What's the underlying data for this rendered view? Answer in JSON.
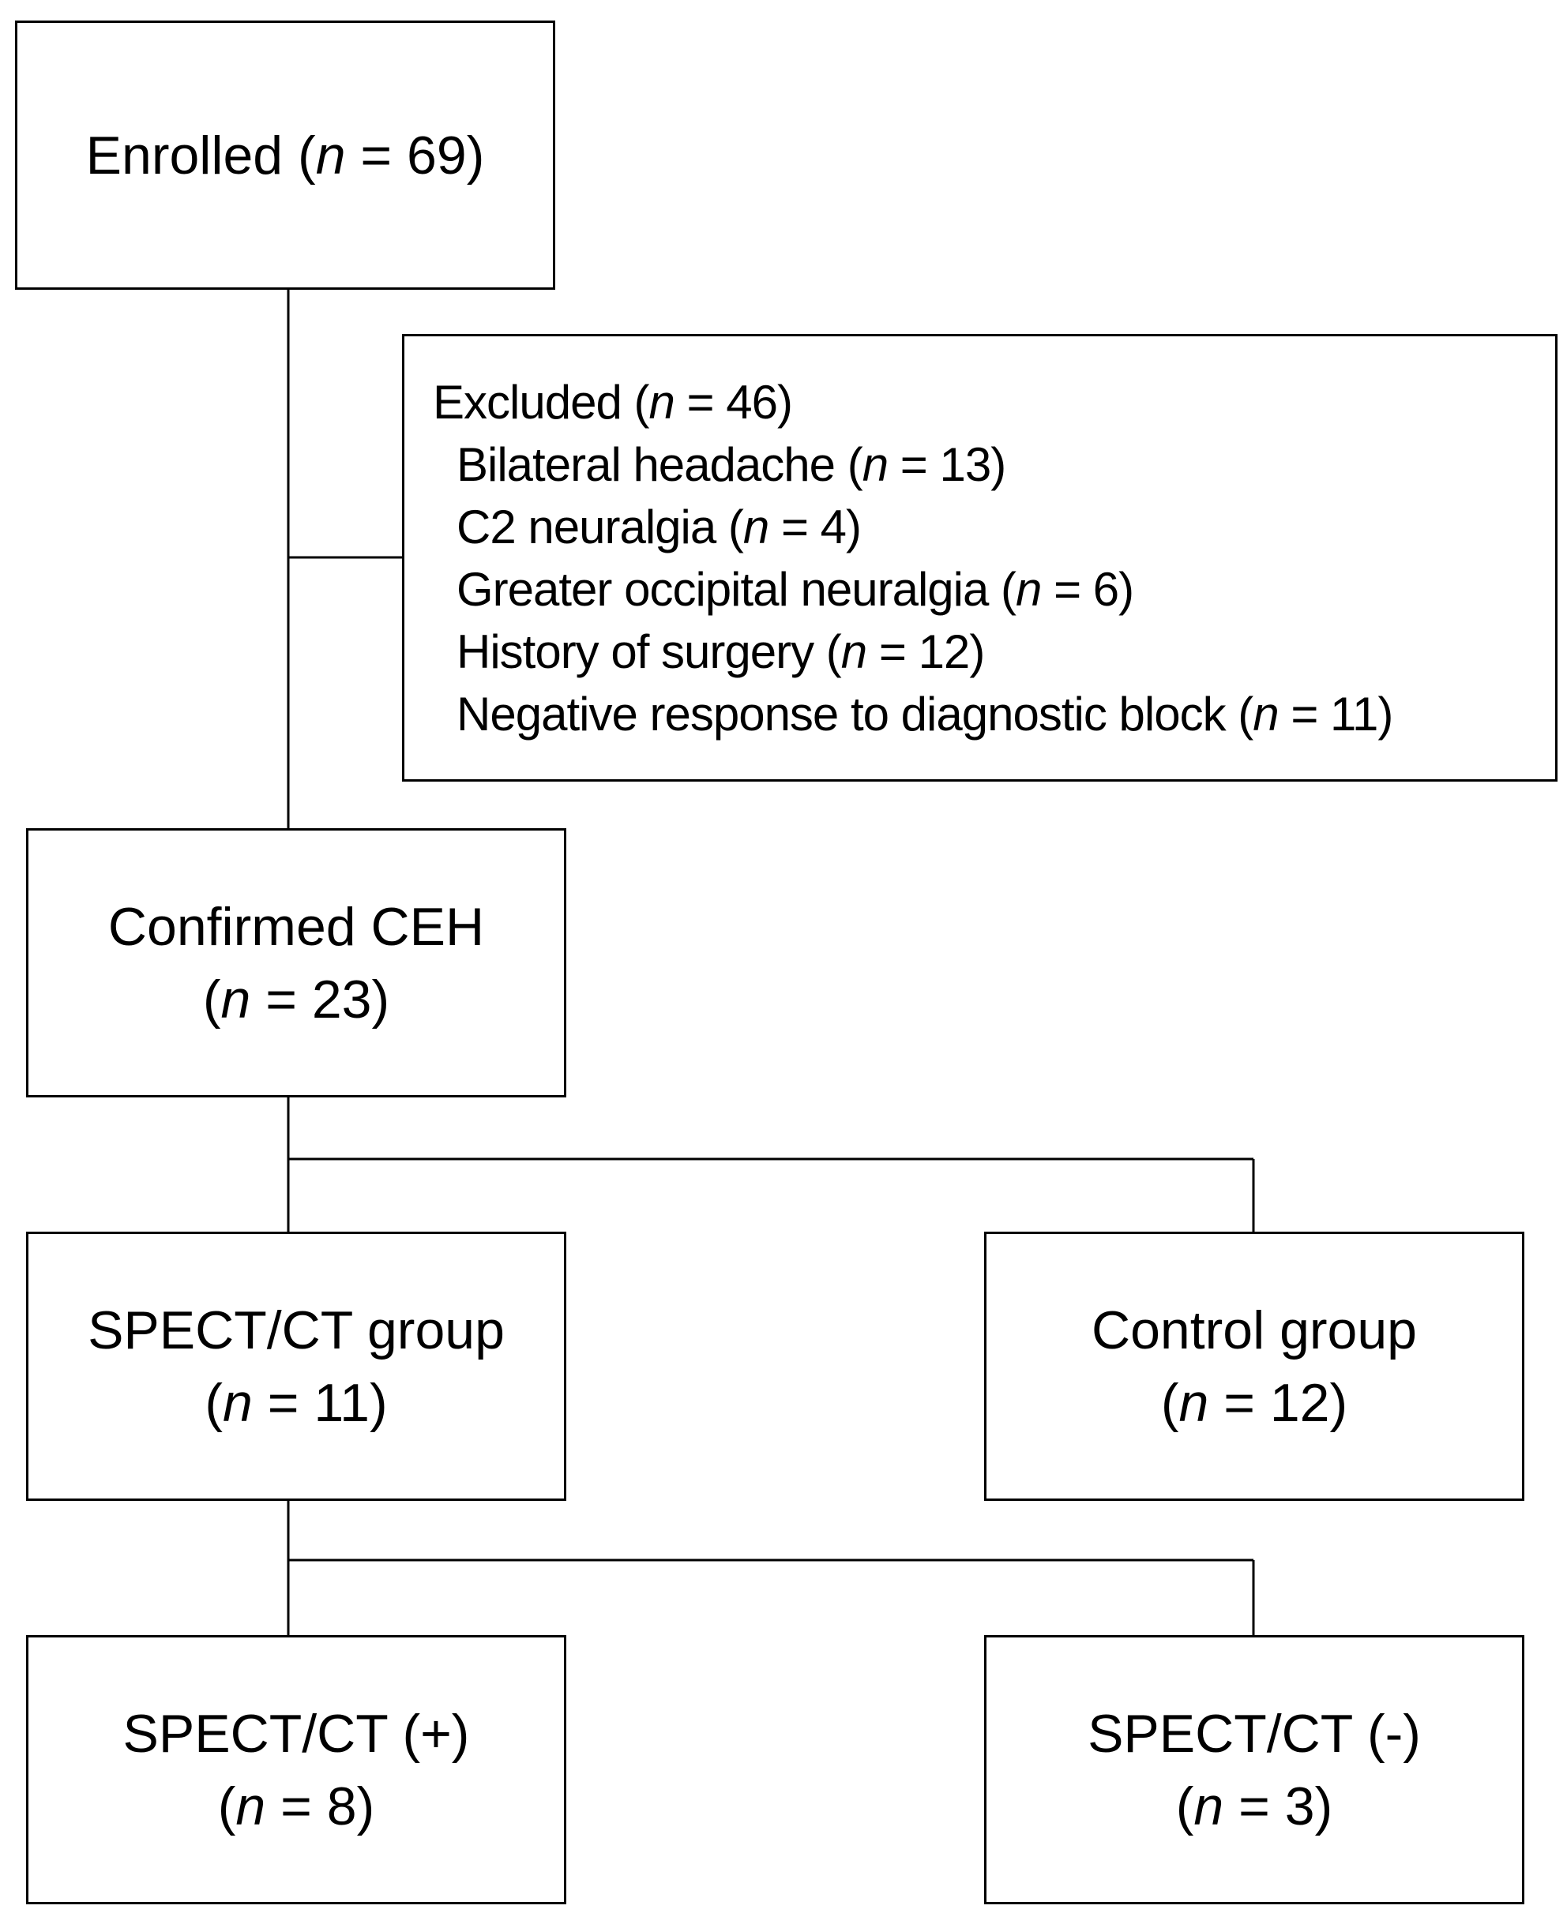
{
  "enrolled": {
    "label": "Enrolled",
    "n": "69"
  },
  "excluded": {
    "label": "Excluded",
    "n": "46",
    "reasons": [
      {
        "label": "Bilateral headache",
        "n": "13"
      },
      {
        "label": "C2 neuralgia",
        "n": "4"
      },
      {
        "label": "Greater occipital neuralgia",
        "n": "6"
      },
      {
        "label": "History of surgery",
        "n": "12"
      },
      {
        "label": "Negative response to diagnostic block",
        "n": "11"
      }
    ]
  },
  "confirmed": {
    "label": "Confirmed CEH",
    "n": "23"
  },
  "spect_group": {
    "label": "SPECT/CT group",
    "n": "11"
  },
  "control_group": {
    "label": "Control group",
    "n": "12"
  },
  "spect_positive": {
    "label": "SPECT/CT (+)",
    "n": "8"
  },
  "spect_negative": {
    "label": "SPECT/CT (-)",
    "n": "3"
  },
  "n_symbol": "n",
  "equals": "=",
  "colors": {
    "line": "#000000",
    "text": "#000000",
    "background": "#ffffff"
  }
}
